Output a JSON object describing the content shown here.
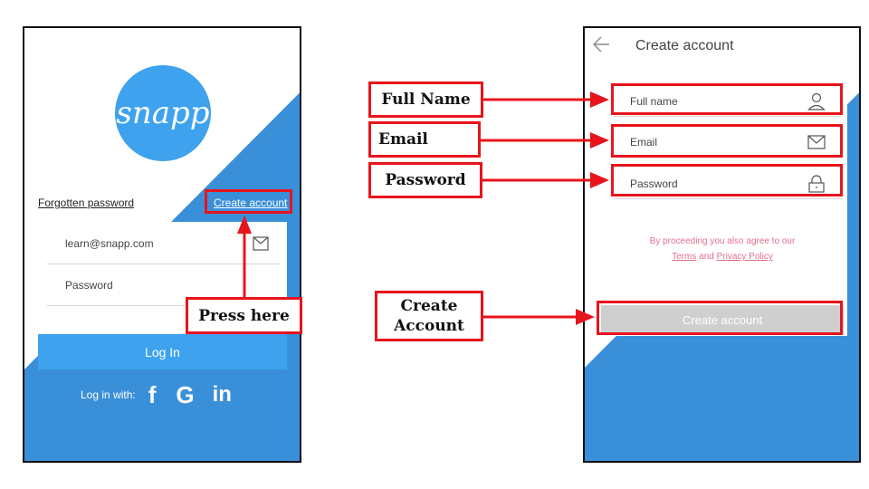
{
  "login_screen": {
    "logo_text": "snapp",
    "forgotten_password": "Forgotten password",
    "create_account_link": "Create account",
    "email_value": "learn@snapp.com",
    "password_placeholder": "Password",
    "login_button": "Log In",
    "login_with": "Log in with:",
    "social": {
      "facebook": "f",
      "google": "G",
      "linkedin": "in"
    }
  },
  "annotation_left": {
    "press_here": "Press here"
  },
  "create_screen": {
    "title": "Create account",
    "fields": [
      {
        "placeholder": "Full name",
        "icon": "user-icon"
      },
      {
        "placeholder": "Email",
        "icon": "mail-icon"
      },
      {
        "placeholder": "Password",
        "icon": "lock-icon"
      }
    ],
    "agree_text": "By proceeding you also agree to our",
    "terms": "Terms",
    "and": "and",
    "privacy": "Privacy Policy",
    "submit_button": "Create account"
  },
  "annotations_right": {
    "full_name": "Full Name",
    "email": "Email",
    "password": "Password",
    "create_account_line1": "Create",
    "create_account_line2": "Account"
  },
  "colors": {
    "accent_blue": "#3a8fd9",
    "logo_blue": "#3ea2ee",
    "annotation_red": "#e8141c",
    "disabled_button": "#cfcfcf"
  }
}
